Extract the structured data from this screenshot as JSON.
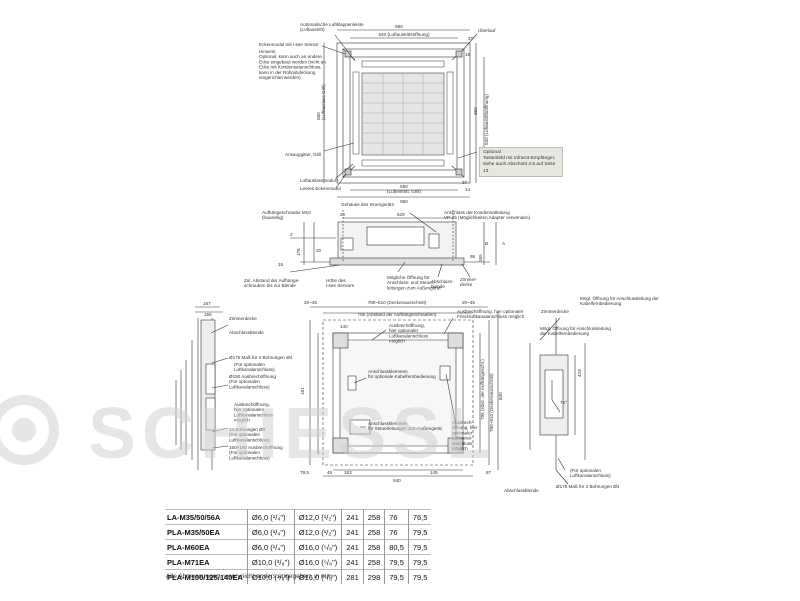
{
  "top_view": {
    "lbl_auto_grille": "Automatische Luftklappenleiste\n(Luftaustritt)",
    "lbl_corner_module": "Eckenmodul mit i-see Sensor",
    "lbl_hinweis": "Hinweis:\nOptional, kann auch an andere\nEcke eingebaut werden (nicht an\nEcke mit Kondensatanschluss,\nkann in der Rohrabdeckung\neingerichtet werden)",
    "lbl_ansauggitter": "Ansauggitter, Grill",
    "lbl_luftauslass": "Luftauslassmodul ¹",
    "lbl_leeres": "Leeres Eckenmodul",
    "lbl_ueberlauf": "Überlauf",
    "dim_950_top": "950",
    "dim_530": "530 (Luftaustrittsöffnung)",
    "dim_37": "37",
    "dim_15": "15",
    "dim_580": "580\n(Luftauslass Grill)",
    "dim_950_side": "950",
    "dim_530_side": "530 (Luftaustrittsöffnung)",
    "dim_580_bottom": "580\n(Lufteintritt, Grill)",
    "dim_950_bottom": "950",
    "dim_37_b": "37",
    "dim_14": "14"
  },
  "optional_box": {
    "line1": "Optional",
    "line2": "Tastenfeld mit Infrarot-Empfänger,",
    "line3": "siehe auch Abschnitt 4.5 auf Seite 13"
  },
  "side_view": {
    "lbl_gehaeuse": "Gehäuse des Innengeräts",
    "lbl_aufhaeng": "Aufhängeschraube M10\n(bauseitig)",
    "lbl_anschluss": "Anschluss der Kondensatleitung\nVP-25 (Möglichkeiten Adapter verwenden)",
    "lbl_zul": "Zul. Abstand der Aufhänge-\nschrauben bis zur Blende",
    "lbl_hoehe": "Höhe des\ni-see Sensors",
    "lbl_moegliche": "Mögliche Öffnung für\nAnschluss- und Steuer-\nleitungen zum Außengerät",
    "lbl_abschluss": "Abschluss-\nblende",
    "lbl_zimmerdecke": "Zimmer-\ndecke",
    "dim_20": "20",
    "dim_529": "529",
    "dim_2": "2",
    "dim_A": "A",
    "dim_B": "B",
    "dim_176": "176",
    "dim_20b": "20",
    "dim_15": "15",
    "dim_165": "165",
    "dim_95": "95"
  },
  "bottom_views": {
    "dim_167": "167",
    "dim_155": "155",
    "lbl_zimmerdecke": "Zimmerdecke",
    "lbl_abschlussblende": "Abschlussblende",
    "lbl_bohrung": "Ø175 Maß für 4 Bohrungen Ø4",
    "lbl_fuer_opt": "(Für optionalen\nLuftkanalanschluss)",
    "lbl_150": "Ø150 Ausbrechöffnung\n(Für optionalen\nLuftkanalanschluss)",
    "lbl_ausbrech": "Ausbrechöffnung,\nhier optionalen\nLuftkanalanschluss\nmöglich",
    "lbl_14b": "14 Bohrungen Ø4\n(Für optionales\nLuftkanalanschluss)",
    "lbl_150b": "150×100 Ausbrechöffnung\n(Für optionalen\nLuftkanalanschluss)",
    "dim_20_45": "20~45",
    "dim_780": "780~810 (Deckenausschnitt)",
    "dim_795": "795 (Abstand der Aufhängeschrauben)",
    "dim_20_45b": "20~45",
    "dim_140": "140",
    "lbl_ausbrech2": "Ausbrechöffnung,\nhier optionaler\nLuftkanalanschluss\nmöglich",
    "lbl_ausbrech3": "Ausbrechöffnung, hier optionaler\nFrischluftkanalanschluss möglich",
    "lbl_anschluss_kabel": "Anschlussklemmen\nfür optionale Kabelfernbedienung",
    "lbl_anschluss_steuer": "Anschlussklemmen\nfür Steuerleitungen zum Außengerät",
    "lbl_ausbrech4": "Ausbrech-\nöffnung, hier\noptionaler\nLuftkanal-\nanschluss\nmöglich",
    "dim_840": "840",
    "dim_153": "153",
    "dim_45": "45",
    "dim_145": "145",
    "dim_795_v": "795 (Abst. der Aufhängeschr.)",
    "dim_780_v": "780~810 (Deckenausschnitt)",
    "dim_840_v": "840",
    "lbl_zimmerdecke_r": "Zimmerdecke",
    "lbl_moegl_kabel": "Mögl. Öffnung für Anschlussleitung\nder Kabelfernbedienung",
    "lbl_moegl_r": "Mögl. Öffnung für Anschlussleitung der\nKabelfernbedienung",
    "dim_429": "429",
    "dim_75": "75°",
    "lbl_abschluss_r": "Abschlussblende",
    "lbl_fuer_opt_r": "(Für optionalen\nLuftkanalanschluss)",
    "lbl_bohrung_r": "Ø175 Maß für 4 Bohrungen Ø4",
    "dim_79_5": "79,5",
    "dim_181": "181",
    "dim_1": "1",
    "dim_87": "87"
  },
  "table": {
    "rows": [
      [
        "LA-M35/50/56A",
        "Ø6,0 (¹/₄\")",
        "Ø12,0 (¹/₂\")",
        "241",
        "258",
        "76",
        "76,5"
      ],
      [
        "PLA-M35/50EA",
        "Ø6,0 (¹/₄\")",
        "Ø12,0 (¹/₂\")",
        "241",
        "258",
        "76",
        "79,5"
      ],
      [
        "PLA-M60EA",
        "Ø6,0 (¹/₄\")",
        "Ø16,0 (⁵/₈\")",
        "241",
        "258",
        "80,5",
        "79,5"
      ],
      [
        "PLA-M71EA",
        "Ø10,0 (³/₈\")",
        "Ø16,0 (⁵/₈\")",
        "241",
        "258",
        "79,5",
        "79,5"
      ],
      [
        "PLA-M100/125/140EA",
        "Ø10,0 (³/₈\")",
        "Ø16,0 (⁵/₈\")",
        "281",
        "298",
        "79,5",
        "79,5"
      ]
    ],
    "note": "Alle Abmessungen, wenn nicht anders angegeben, in mm."
  },
  "watermark": {
    "text": "SCHIESSL",
    "color": "#cfcfcf"
  }
}
